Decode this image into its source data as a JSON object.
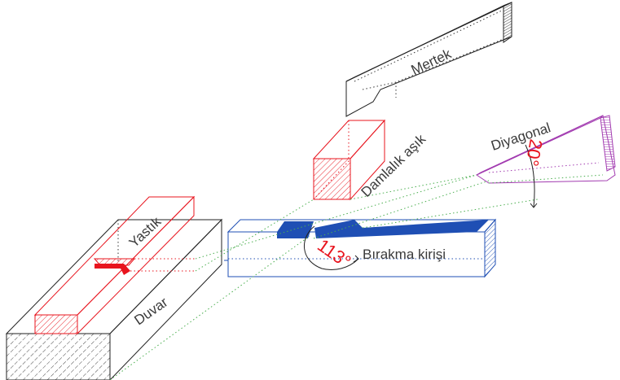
{
  "labels": {
    "mertek": "Mertek",
    "damlalik_asik": "Damlalık aşık",
    "diyagonal": "Diyagonal",
    "yastik": "Yastık",
    "birakma_kirisi": "Bırakma kirişi",
    "duvar": "Duvar"
  },
  "angles": {
    "a113": "113°",
    "a20": "20°"
  },
  "colors": {
    "wall": "#222222",
    "pad": "#e8141e",
    "beam": "#1f4fb4",
    "diagonal": "#a23bb0",
    "guides": "#4caf50"
  }
}
